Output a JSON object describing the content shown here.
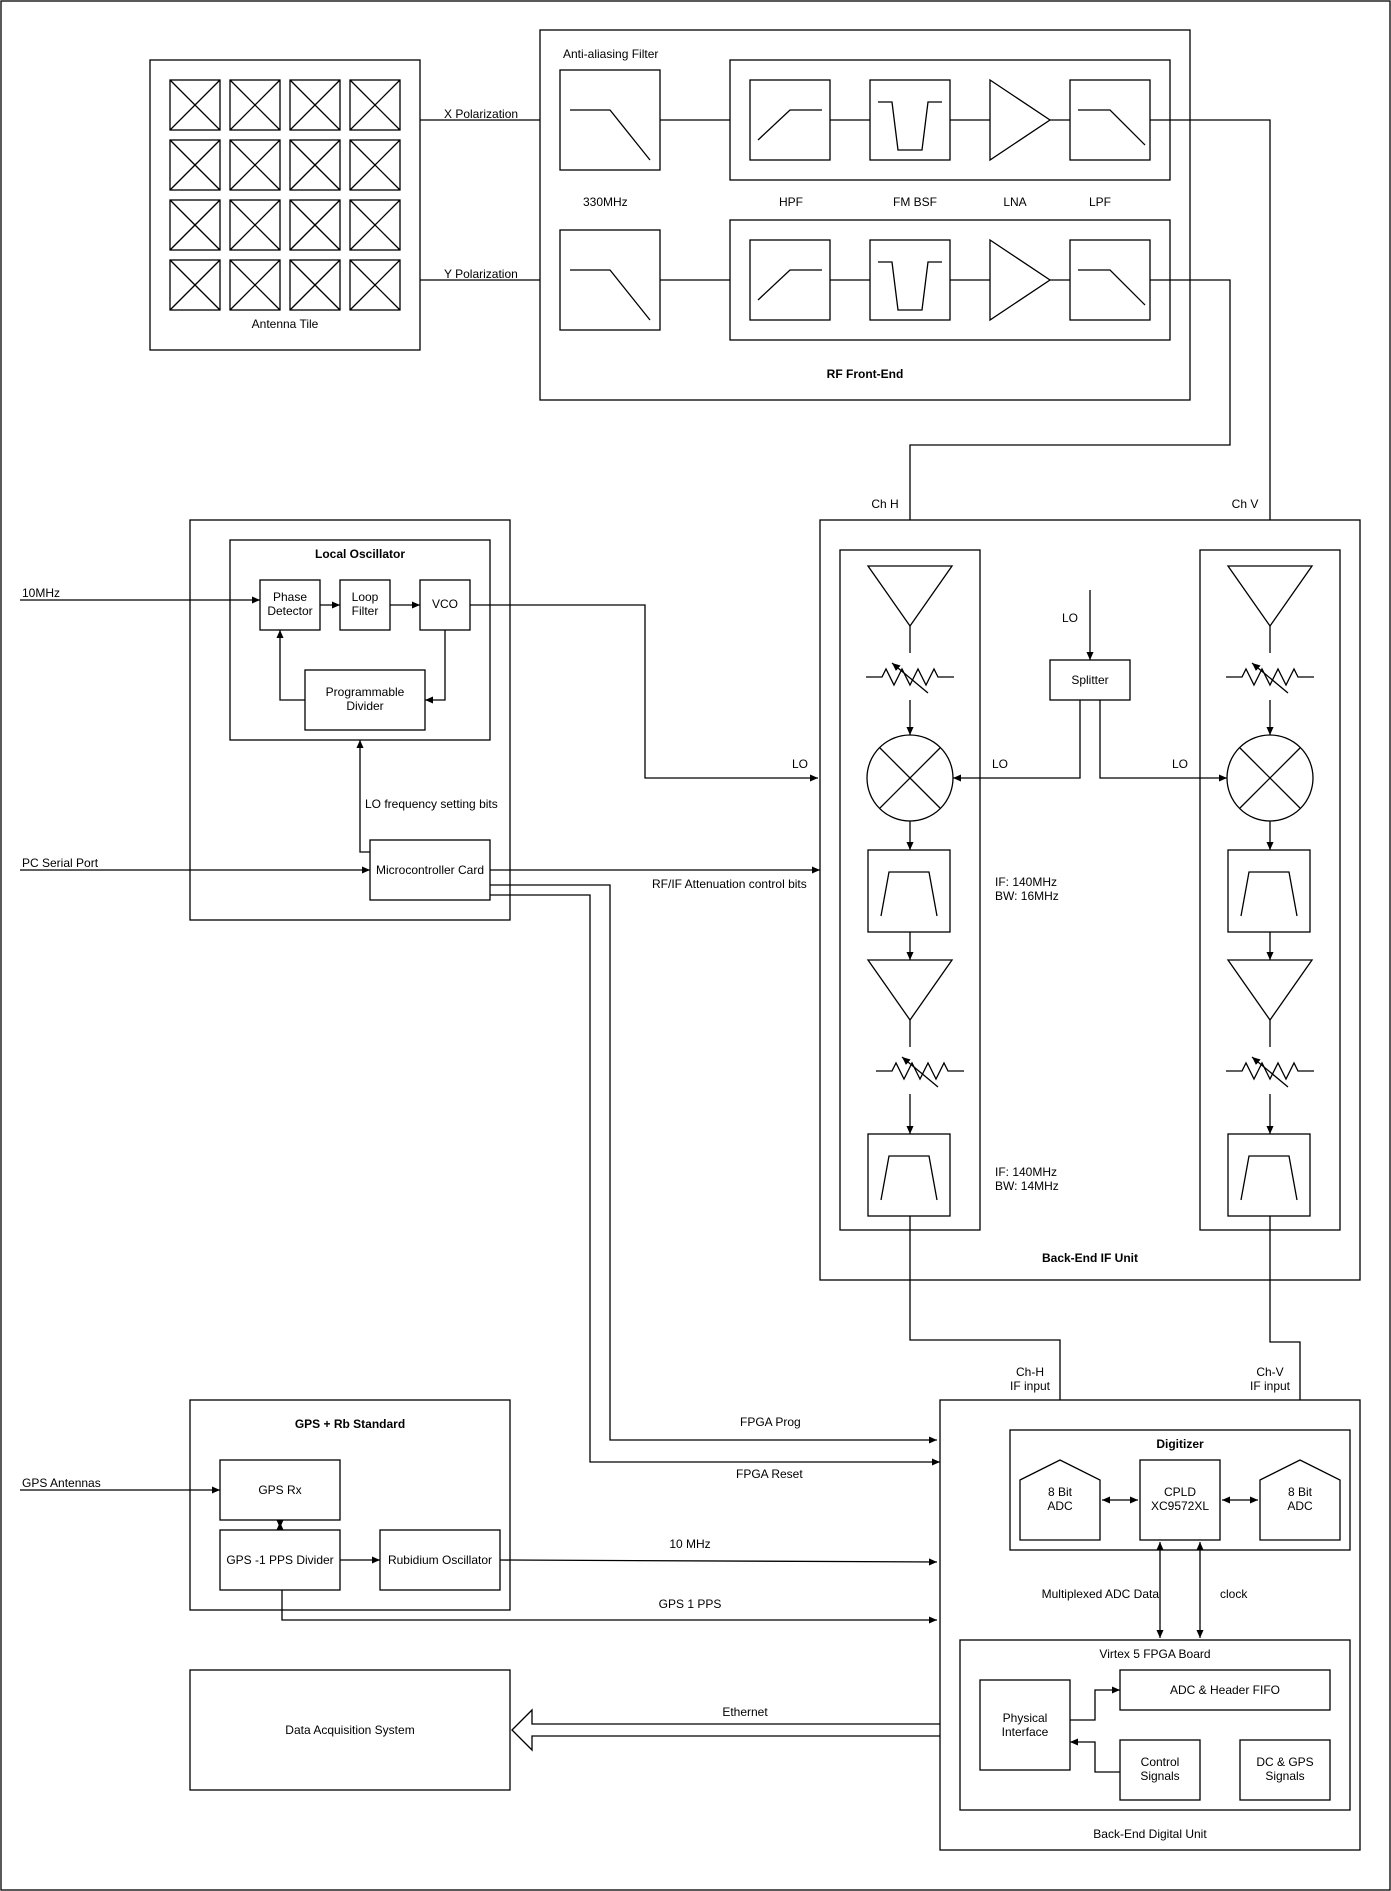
{
  "antenna": {
    "tile": "Antenna Tile",
    "x_pol": "X Polarization",
    "y_pol": "Y Polarization"
  },
  "rf_front_end": {
    "title": "RF Front-End",
    "anti_aliasing": "Anti-aliasing Filter",
    "cutoff": "330MHz",
    "hpf": "HPF",
    "fm_bsf": "FM BSF",
    "lna": "LNA",
    "lpf": "LPF"
  },
  "local_oscillator": {
    "title": "Local Oscillator",
    "phase_detector": [
      "Phase",
      "Detector"
    ],
    "loop_filter": [
      "Loop",
      "Filter"
    ],
    "vco": "VCO",
    "divider": [
      "Programmable",
      "Divider"
    ],
    "freq_bits": "LO frequency setting bits",
    "microcontroller": "Microcontroller Card"
  },
  "inputs": {
    "ref_10mhz": "10MHz",
    "serial": "PC Serial Port",
    "gps_antennas": "GPS Antennas"
  },
  "if_unit": {
    "title": "Back-End IF Unit",
    "ch_h": "Ch H",
    "ch_v": "Ch V",
    "lo": "LO",
    "splitter": "Splitter",
    "if1": [
      "IF: 140MHz",
      "BW: 16MHz"
    ],
    "if2": [
      "IF: 140MHz",
      "BW: 14MHz"
    ],
    "atten_bits": "RF/IF Attenuation control bits"
  },
  "gps": {
    "title": "GPS + Rb Standard",
    "rx": "GPS Rx",
    "divider": "GPS -1 PPS Divider",
    "rubidium": "Rubidium Oscillator"
  },
  "signals": {
    "fpga_prog": "FPGA Prog",
    "fpga_reset": "FPGA Reset",
    "ten_mhz": "10 MHz",
    "pps": "GPS 1 PPS",
    "ethernet": "Ethernet"
  },
  "daq": "Data Acquisition System",
  "digital_unit": {
    "title": "Back-End Digital Unit",
    "ch_h_input": [
      "Ch-H",
      "IF input"
    ],
    "ch_v_input": [
      "Ch-V",
      "IF input"
    ],
    "digitizer": "Digitizer",
    "adc": [
      "8 Bit",
      "ADC"
    ],
    "cpld": [
      "CPLD",
      "XC9572XL"
    ],
    "mux_data": "Multiplexed ADC Data",
    "clock": "clock",
    "fpga_board": "Virtex 5 FPGA Board",
    "physical": [
      "Physical",
      "Interface"
    ],
    "fifo": "ADC & Header FIFO",
    "control": [
      "Control",
      "Signals"
    ],
    "dc_gps": [
      "DC & GPS",
      "Signals"
    ]
  }
}
